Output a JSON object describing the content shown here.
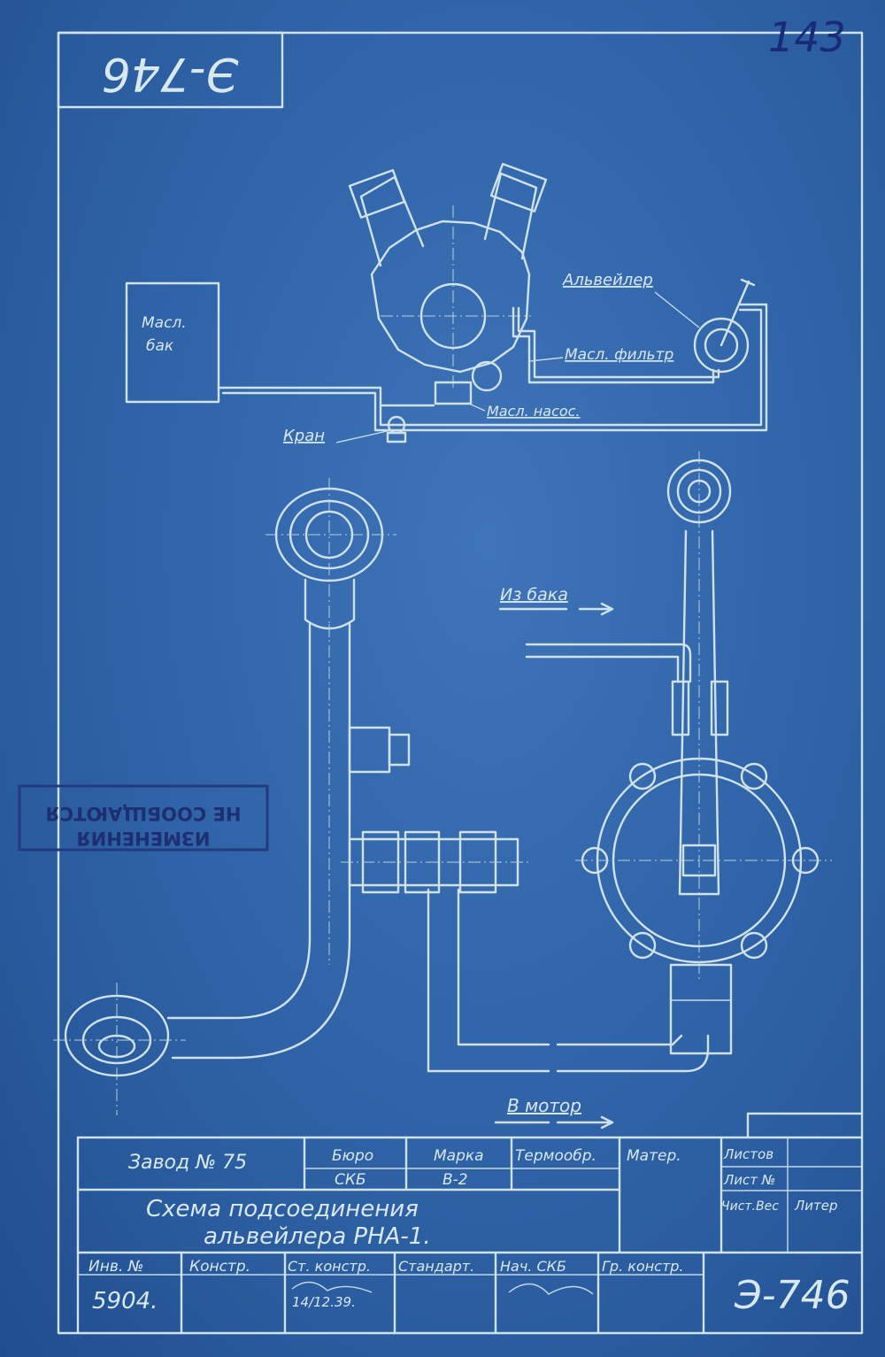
{
  "sheet": {
    "drawing_number_top": "Э-746",
    "page_number": "143"
  },
  "schematic": {
    "tank_line1": "Масл.",
    "tank_line2": "бак",
    "wobble_pump_label": "Альвейлер",
    "oil_filter_label": "Масл. фильтр",
    "oil_pump_label": "Масл. насос.",
    "valve_label": "Кран",
    "from_tank_label": "Из бака",
    "to_motor_label": "В мотор"
  },
  "title_block": {
    "factory": "Завод № 75",
    "bureau_header": "Бюро",
    "bureau_value": "СКБ",
    "mark_header": "Марка",
    "mark_value": "В-2",
    "heat_treatment_header": "Термообр.",
    "material_header": "Матер.",
    "sheets_header": "Листов",
    "sheet_no_header": "Лист №",
    "net_weight_header": "Чист.Вес",
    "letter_header": "Литер",
    "title_line1": "Схема подсоединения",
    "title_line2": "альвейлера РНА-1.",
    "inventory_header": "Инв. №",
    "inventory_value": "5904.",
    "designer_header": "Констр.",
    "senior_designer_header": "Ст. констр.",
    "senior_designer_date": "14/12.39.",
    "standard_header": "Стандарт.",
    "head_bureau_header": "Нач. СКБ",
    "group_designer_header": "Гр. констр.",
    "drawing_number": "Э-746"
  },
  "stamp": {
    "line1": "ИЗМЕНЕНИЯ",
    "line2": "НЕ СООБЩАЮТСЯ"
  }
}
